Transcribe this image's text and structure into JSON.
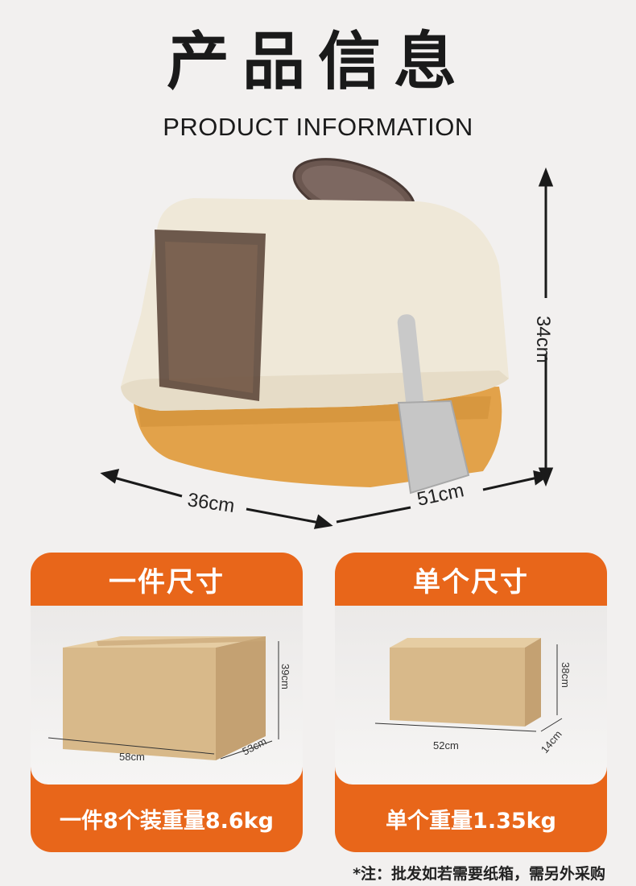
{
  "header": {
    "title_cn": "产品信息",
    "title_en": "PRODUCT INFORMATION"
  },
  "product": {
    "dim_height": "34cm",
    "dim_width": "36cm",
    "dim_length": "51cm"
  },
  "cards": [
    {
      "title": "一件尺寸",
      "footer": "一件8个装重量8.6kg",
      "box": {
        "height": "39cm",
        "depth": "53cm",
        "width": "58cm"
      }
    },
    {
      "title": "单个尺寸",
      "footer": "单个重量1.35kg",
      "box": {
        "height": "38cm",
        "depth": "14cm",
        "width": "52cm"
      }
    }
  ],
  "note": "*注：批发如若需要纸箱，需另外采购",
  "colors": {
    "accent": "#e8661a",
    "lid": "#efe7d6",
    "base": "#e3a34b",
    "cardboard": "#d8b98a"
  },
  "icons": [
    "cat-litter-box-image",
    "litter-scoop-image",
    "cardboard-box-image"
  ]
}
